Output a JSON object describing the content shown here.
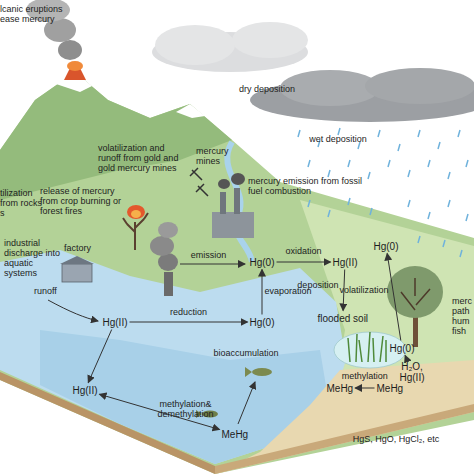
{
  "diagram": {
    "nodes": [
      {
        "text": [
          "Hg(0)"
        ]
      },
      {
        "text": [
          "Hg(II)"
        ]
      },
      {
        "text": [
          "flooded soil"
        ]
      },
      {
        "text": [
          "Hg(0)"
        ]
      },
      {
        "text": [
          "Hg(II)"
        ]
      },
      {
        "text": [
          "Hg(0)"
        ]
      },
      {
        "text": [
          "Hg(II)"
        ]
      },
      {
        "text": [
          "MeHg"
        ]
      },
      {
        "text": [
          "MeHg"
        ]
      },
      {
        "text": [
          "MeHg"
        ]
      },
      {
        "text": [
          "Hg(0)"
        ]
      },
      {
        "text": [
          "H₂O, Hg(II)"
        ]
      }
    ],
    "edges": [
      {
        "from": 0,
        "to": 1,
        "label": "oxidation",
        "arrow": "to"
      },
      {
        "from": 1,
        "to": 2,
        "label": "deposition",
        "arrow": "to"
      },
      {
        "from": 5,
        "to": 0,
        "label": "evaporation",
        "arrow": "to"
      },
      {
        "from": 4,
        "to": 5,
        "label": "reduction",
        "arrow": "to"
      },
      {
        "from": 4,
        "to": 6,
        "arrow": "to"
      },
      {
        "from": 6,
        "to": 7,
        "label": "methylation& demethylation",
        "arrow": "both"
      },
      {
        "from": 10,
        "to": 3,
        "label": "volatilization",
        "arrow": "to"
      },
      {
        "from": 11,
        "to": 10,
        "arrow": "to"
      },
      {
        "from": 9,
        "to": 8,
        "label": "methylation",
        "arrow": "to"
      }
    ],
    "labels": [
      "lcanic eruptions ease mercury",
      "dry deposition",
      "wet deposition",
      "volatilization and runoff from gold and gold mercury mines",
      "mercury mines",
      "tilization from rocks s",
      "release of mercury from crop burning or forest fires",
      "mercury emission from fossil fuel combustion",
      "industrial discharge into aquatic systems",
      "factory",
      "emission",
      "runoff",
      "bioaccumulation",
      "merc path hum fish",
      "HgS, HgO, HgCl₂, etc"
    ]
  }
}
